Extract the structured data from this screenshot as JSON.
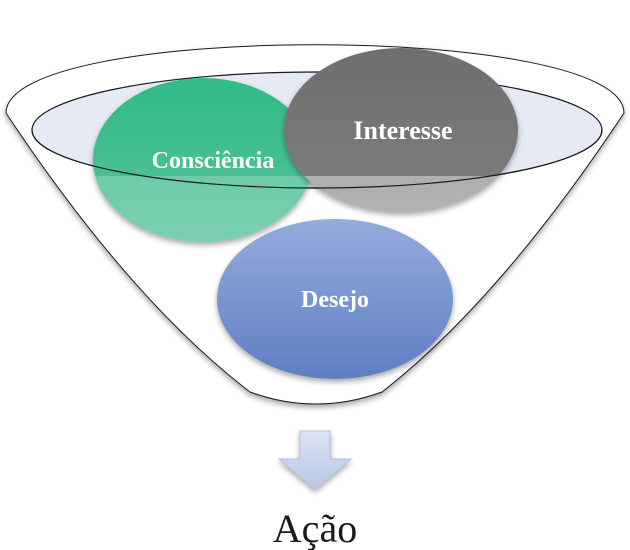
{
  "diagram": {
    "stages": [
      {
        "key": "awareness",
        "label": "Consciência",
        "color": "#3fbb8c"
      },
      {
        "key": "interest",
        "label": "Interesse",
        "color": "#707070"
      },
      {
        "key": "desire",
        "label": "Desejo",
        "color": "#6f8fcf"
      }
    ],
    "result": {
      "label": "Ação"
    },
    "colors": {
      "funnel_outline": "#1a1a1a",
      "funnel_rim_fill": "#e4e8f4",
      "arrow_fill": "#c4d0ea",
      "arrow_stroke": "#b4c2e2"
    }
  }
}
